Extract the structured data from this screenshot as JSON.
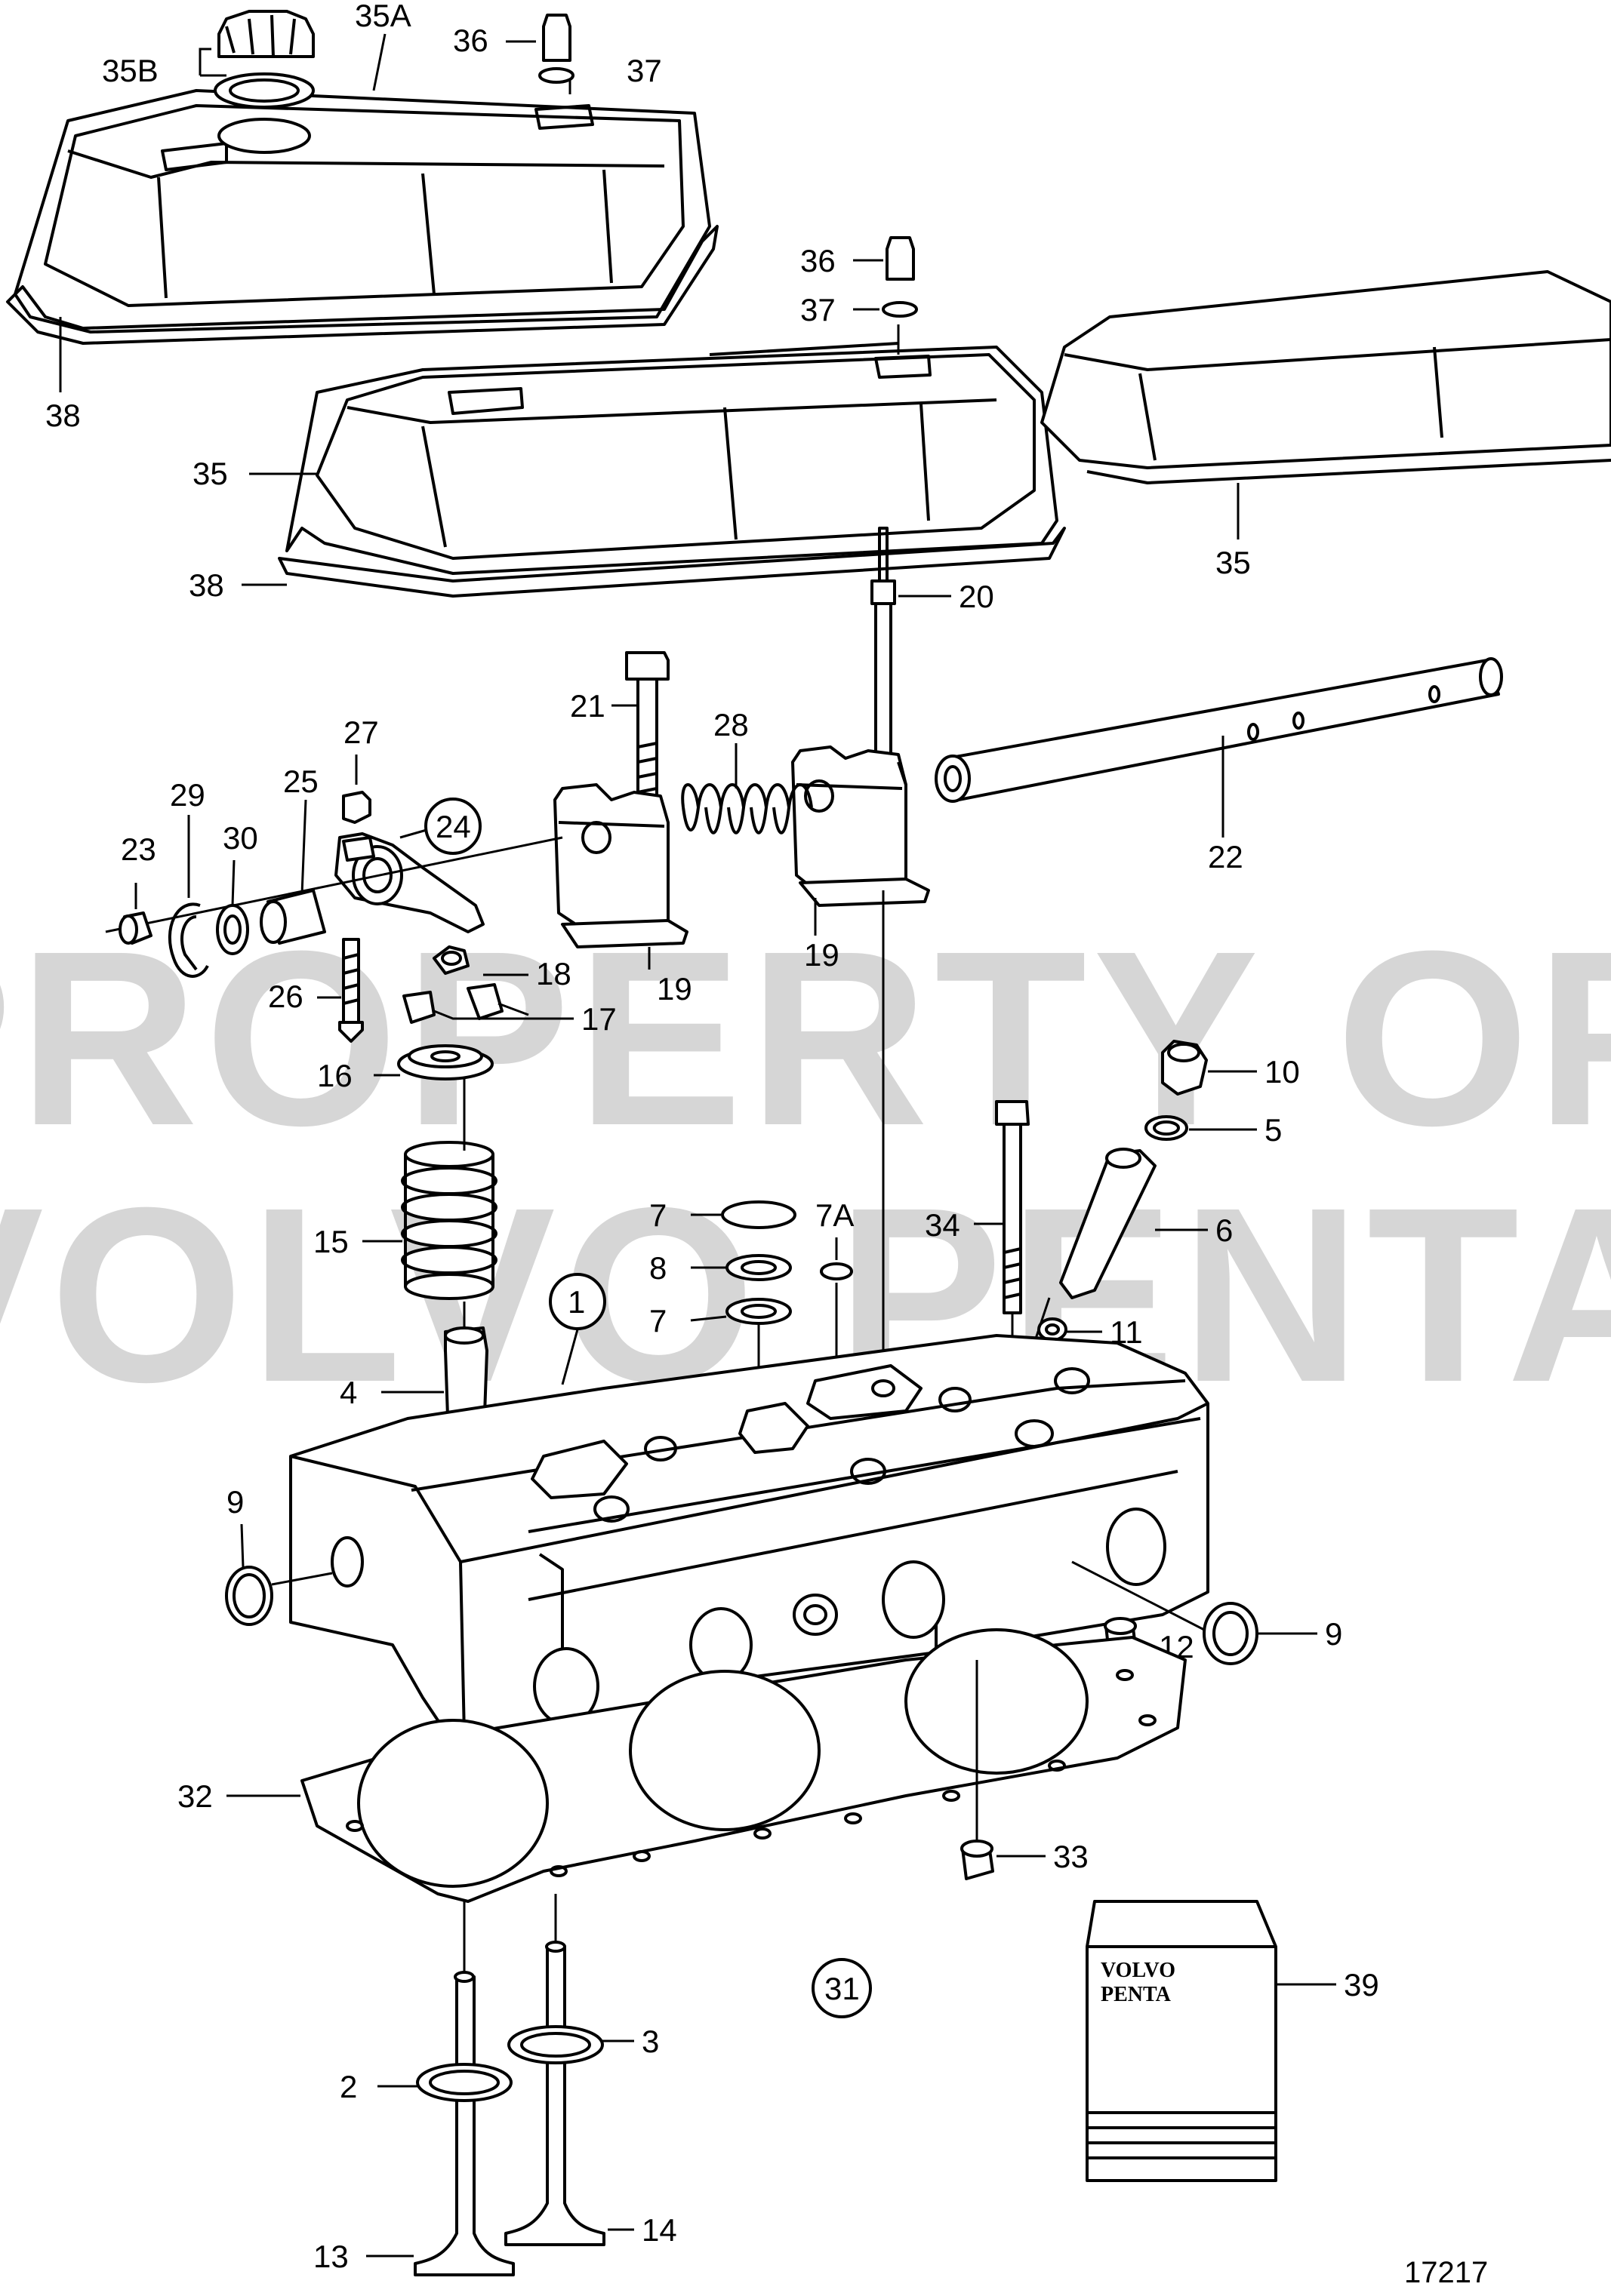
{
  "watermark": {
    "line1": "PROPERTY OF",
    "line2": "VOLVO PENTA"
  },
  "figure_number": "17217",
  "product_box": {
    "line1": "VOLVO",
    "line2": "PENTA"
  },
  "callouts": {
    "c35A": "35A",
    "c35B": "35B",
    "c36a": "36",
    "c37a": "37",
    "c38a": "38",
    "c36b": "36",
    "c37b": "37",
    "c35b": "35",
    "c38b": "38",
    "c35c": "35",
    "c20": "20",
    "c21": "21",
    "c28": "28",
    "c27": "27",
    "c29": "29",
    "c25": "25",
    "c24": "24",
    "c30": "30",
    "c23": "23",
    "c22": "22",
    "c19a": "19",
    "c19b": "19",
    "c26": "26",
    "c18": "18",
    "c17": "17",
    "c16": "16",
    "c10": "10",
    "c5": "5",
    "c34": "34",
    "c7a": "7",
    "c7A": "7A",
    "c6": "6",
    "c15": "15",
    "c8": "8",
    "c7b": "7",
    "c11": "11",
    "c1": "1",
    "c4": "4",
    "c9a": "9",
    "c9b": "9",
    "c12": "12",
    "c32": "32",
    "c33": "33",
    "c31": "31",
    "c39": "39",
    "c3": "3",
    "c2": "2",
    "c14": "14",
    "c13": "13"
  }
}
